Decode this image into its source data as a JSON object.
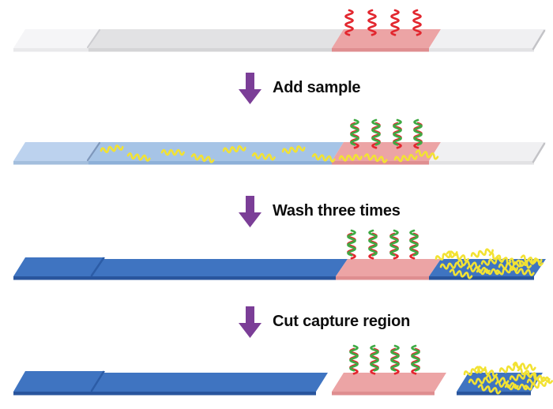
{
  "figure": {
    "description": "Lateral flow nucleic acid capture assay workflow, four strip states separated by process arrows"
  },
  "steps": [
    {
      "label": "Add sample"
    },
    {
      "label": "Wash three times"
    },
    {
      "label": "Cut capture region"
    }
  ],
  "icons": {
    "down-arrow": "purple-down-arrow",
    "capture-probe": "red-vertical-squiggle",
    "hybridized-duplex": "red-green-double-helix",
    "target-molecule": "yellow-wavy-line"
  },
  "colors": {
    "background": "#ffffff",
    "label-text": "#0e0e0e",
    "arrow-purple": "#7b3e97",
    "probe-red": "#e2262e",
    "strand-green": "#3faa44",
    "target-yellow": "#f2e233",
    "strip-gray": "#e2e2e4",
    "strip-gray-edge": "#d4d4d6",
    "pad-gray": "#f5f5f7",
    "pad-gray-edge": "#e9e9eb",
    "wick-gray": "#f0f0f2",
    "wick-gray-edge": "#e2e2e4",
    "strip-lightblue": "#a6c4e6",
    "strip-lightblue-edge": "#8db0d8",
    "pad-lightblue": "#bcd2ee",
    "pad-lightblue-edge": "#a3bedd",
    "strip-blue": "#3f74c1",
    "strip-blue-edge": "#29559d",
    "capture-pink": "#eca4a5",
    "capture-pink-edge": "#df8e90",
    "tip-line": "#c3c3c7",
    "divider-gray": "#ccccd0",
    "divider-lightblue": "#7e97bb",
    "divider-blue": "#2c5ca6"
  }
}
